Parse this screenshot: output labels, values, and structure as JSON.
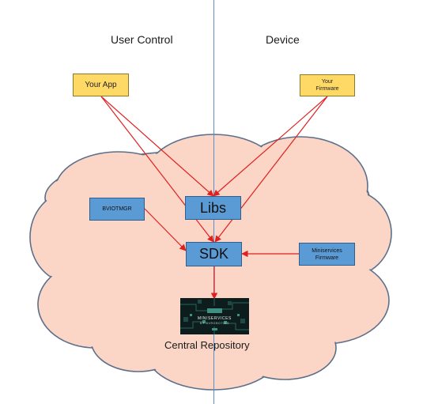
{
  "headers": {
    "left": "User Control",
    "right": "Device"
  },
  "nodes": {
    "your_app": "Your App",
    "your_firmware_line1": "Your",
    "your_firmware_line2": "Firmware",
    "libs": "Libs",
    "bviotmgr": "BVIOTMGR",
    "sdk": "SDK",
    "miniservices_firmware_line1": "Miniservices",
    "miniservices_firmware_line2": "Firmware",
    "central_repository": "Central Repository"
  },
  "repository_logo": {
    "line1": "MINISERVICES",
    "line2": "BY BVROBOTICS"
  },
  "colors": {
    "cloud_fill": "#fbd6c6",
    "cloud_stroke": "#5c6f8a",
    "yellow_box": "#ffd966",
    "blue_box": "#5b9bd5",
    "arrow": "#e02020",
    "divider": "#5b8fc7"
  }
}
